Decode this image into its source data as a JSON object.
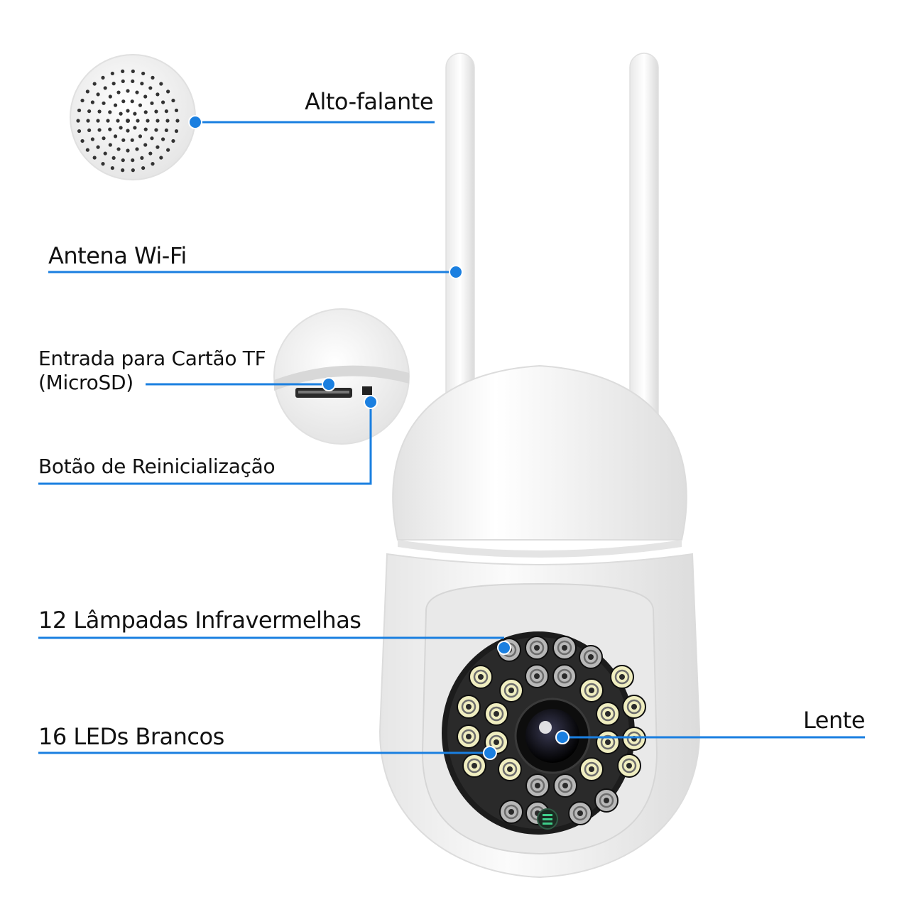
{
  "labels": {
    "speaker": "Alto-falante",
    "antenna": "Antena Wi-Fi",
    "tf_card_line1": "Entrada para Cartão TF",
    "tf_card_line2": "(MicroSD)",
    "reset_button": "Botão de Reinicialização",
    "ir_lamps": "12 Lâmpadas Infravermelhas",
    "white_leds": "16 LEDs Brancos",
    "lens": "Lente"
  },
  "colors": {
    "callout": "#1a7fe0",
    "body_white": "#f4f4f4",
    "ir_led": "#b8b8b8",
    "white_led": "#f0eec0",
    "face": "#1c1c1c"
  },
  "counts": {
    "ir_lamps": 12,
    "white_leds": 16
  }
}
